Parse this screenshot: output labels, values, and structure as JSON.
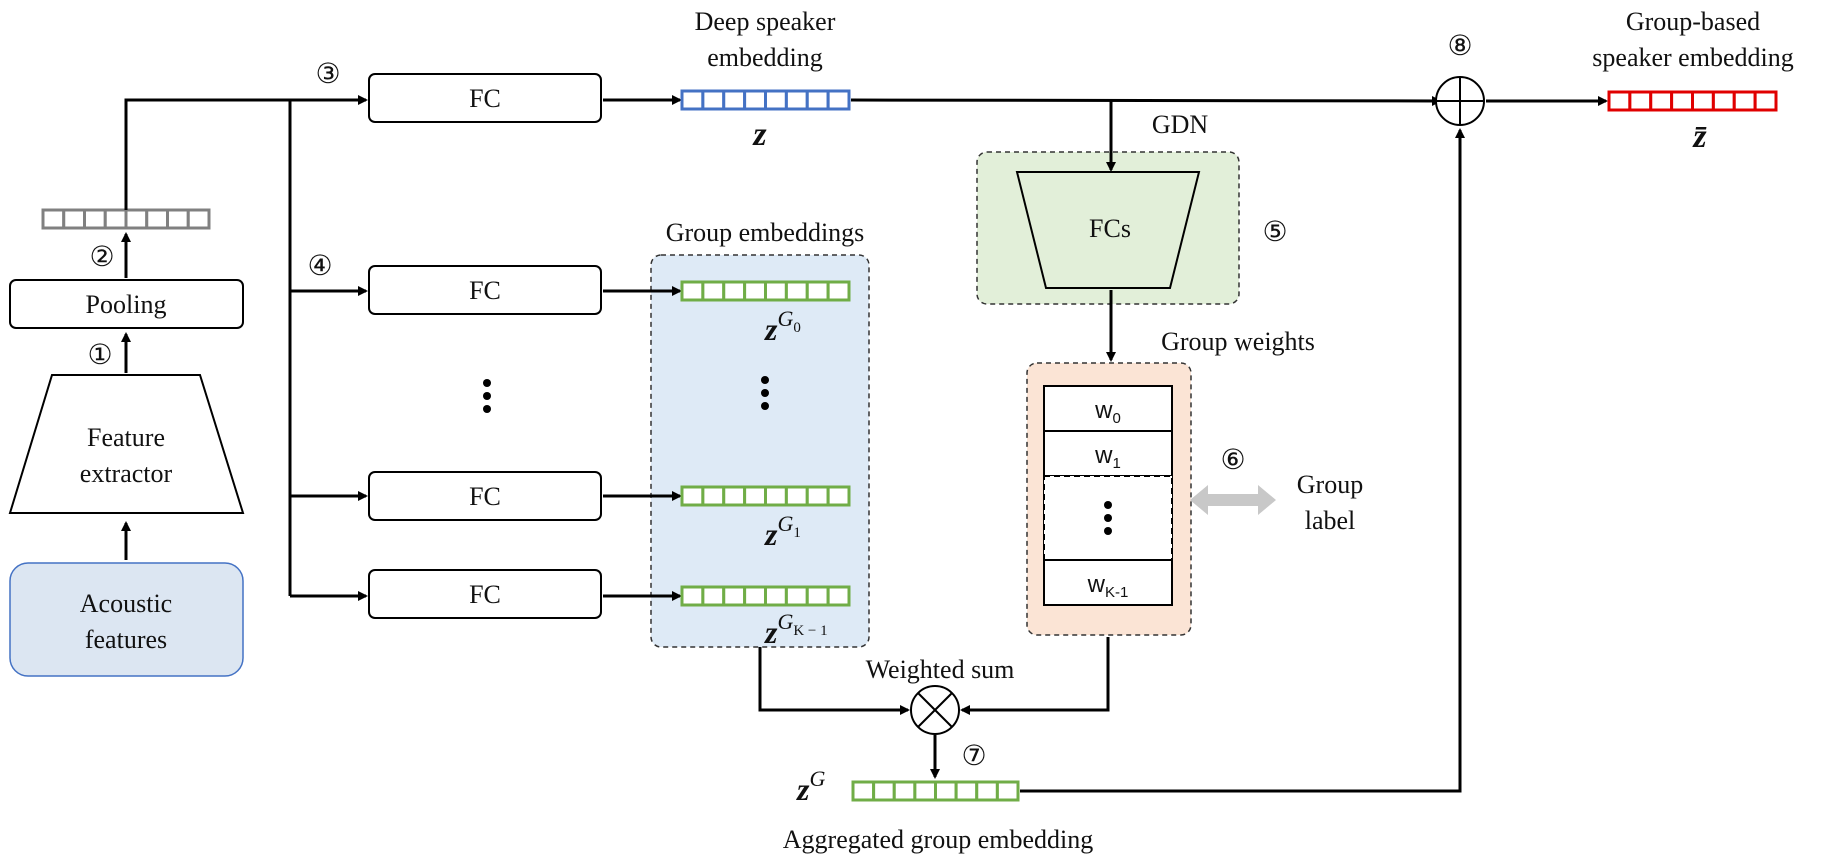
{
  "blocks": {
    "acoustic_features_line1": "Acoustic",
    "acoustic_features_line2": "features",
    "feature_extractor_line1": "Feature",
    "feature_extractor_line2": "extractor",
    "pooling": "Pooling",
    "fc": "FC",
    "fcs": "FCs",
    "gdn": "GDN"
  },
  "labels": {
    "deep_speaker_line1": "Deep speaker",
    "deep_speaker_line2": "embedding",
    "z": "z",
    "group_embeddings": "Group embeddings",
    "z_g0_base": "z",
    "z_g0_sup": "G",
    "z_g0_sub": "0",
    "z_g1_base": "z",
    "z_g1_sup": "G",
    "z_g1_sub": "1",
    "z_gk_base": "z",
    "z_gk_sup": "G",
    "z_gk_sub": "K − 1",
    "group_weights": "Group weights",
    "group_label_line1": "Group",
    "group_label_line2": "label",
    "weighted_sum": "Weighted sum",
    "zg_base": "z",
    "zg_sup": "G",
    "aggregated": "Aggregated group embedding",
    "group_based_line1": "Group-based",
    "group_based_line2": "speaker embedding",
    "zbar": "z̄"
  },
  "weights": [
    {
      "base": "w",
      "sub": "0"
    },
    {
      "base": "w",
      "sub": "1"
    },
    {
      "base": "w",
      "sub": "K-1"
    }
  ],
  "steps": [
    "①",
    "②",
    "③",
    "④",
    "⑤",
    "⑥",
    "⑦",
    "⑧"
  ],
  "colors": {
    "acoustic_fill": "#dce6f2",
    "acoustic_stroke": "#4472c4",
    "gdn_fill": "#e2efd9",
    "weights_fill": "#fbe4d5",
    "group_emb_fill": "#deeaf6",
    "blue_embedding": "#4472c4",
    "green_embedding": "#70ad47",
    "red_embedding": "#e00000",
    "gray_embedding": "#808080",
    "group_label_arrow": "#c8c8c8"
  }
}
